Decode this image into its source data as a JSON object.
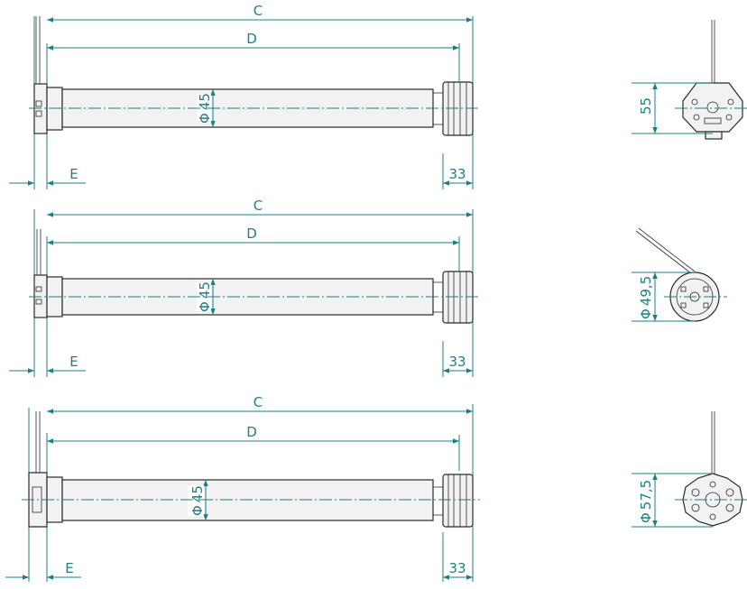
{
  "drawing": {
    "labels": {
      "overall_length": "C",
      "tube_length": "D",
      "head_offset": "E",
      "crown_length": "33",
      "tube_diameter": "45"
    },
    "variants": [
      {
        "end_dimension": "55",
        "end_shape": "hexagon-with-tab"
      },
      {
        "end_dimension": "49,5",
        "end_shape": "round"
      },
      {
        "end_dimension": "57,5",
        "end_shape": "star-round"
      }
    ],
    "diameter_symbol": "Φ",
    "colors": {
      "dimension": "#1f7f86",
      "part": "#2a2a2a"
    }
  }
}
